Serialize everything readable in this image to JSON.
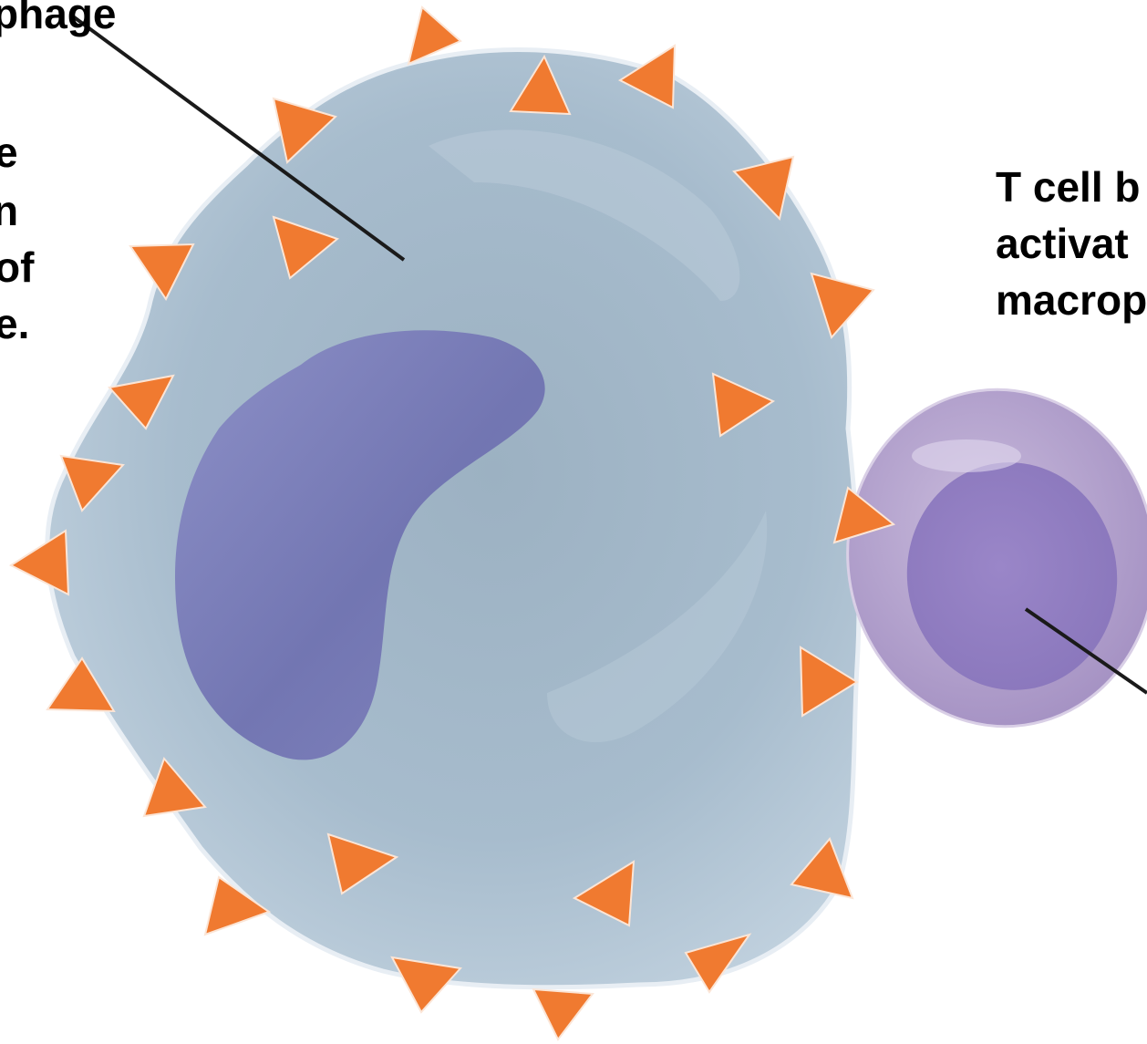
{
  "diagram": {
    "left_label_lines": [
      "phage",
      "e",
      "n",
      "of",
      "e."
    ],
    "right_label_lines": [
      "T cell b",
      "activat",
      "macrop"
    ],
    "colors": {
      "macrophage_body": "#a3b8c9",
      "macrophage_outline": "#e8eef4",
      "macrophage_nucleus": "#7577b6",
      "antigen_marker": "#f07a30",
      "t_cell_body": "#b4a2cc",
      "t_cell_nucleus": "#8f7cc0",
      "leader_line": "#1a1a1a",
      "text": "#000000"
    },
    "icons": {
      "antigen_marker": "orange-triangle-icon"
    }
  }
}
